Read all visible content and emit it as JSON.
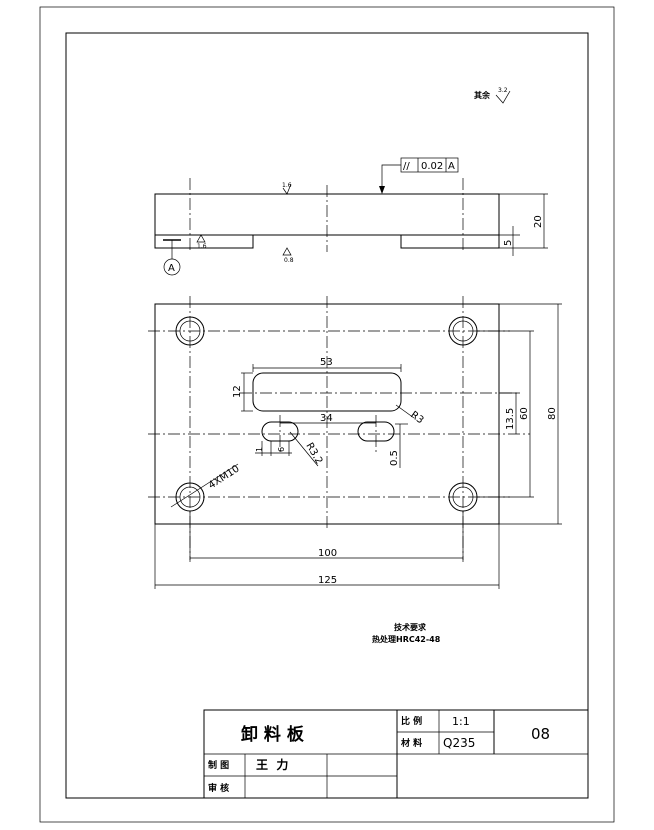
{
  "drawing": {
    "surface_note": {
      "label": "其余",
      "roughness": "3.2"
    },
    "tolerance_frame": {
      "symbol": "//",
      "value": "0.02",
      "datum": "A"
    },
    "side_view": {
      "roughness_top": "1.6",
      "roughness_left": "1.6",
      "roughness_bottom": "0.8",
      "datum_label": "A",
      "dim_height": "20",
      "dim_step": "5"
    },
    "plan_view": {
      "dim_slot_length": "53",
      "dim_slot_width": "12",
      "dim_slot_radius": "R3",
      "dim_inner": "34",
      "dim_13_5": "13.5",
      "dim_60": "60",
      "dim_80": "80",
      "dim_1": "1",
      "dim_6": "6",
      "dim_r3_2": "R3.2",
      "dim_0_5": "0.5",
      "dim_holes": "4XM10",
      "dim_100": "100",
      "dim_125": "125"
    },
    "requirements": {
      "title": "技术要求",
      "line1": "热处理HRC42-48"
    }
  },
  "title_block": {
    "part_name": "卸 料 板",
    "scale_label": "比 例",
    "scale_value": "1:1",
    "material_label": "材 料",
    "material_value": "Q235",
    "drawing_no": "08",
    "drawn_label": "制 图",
    "drawn_name": "王  力",
    "checked_label": "审 核"
  }
}
